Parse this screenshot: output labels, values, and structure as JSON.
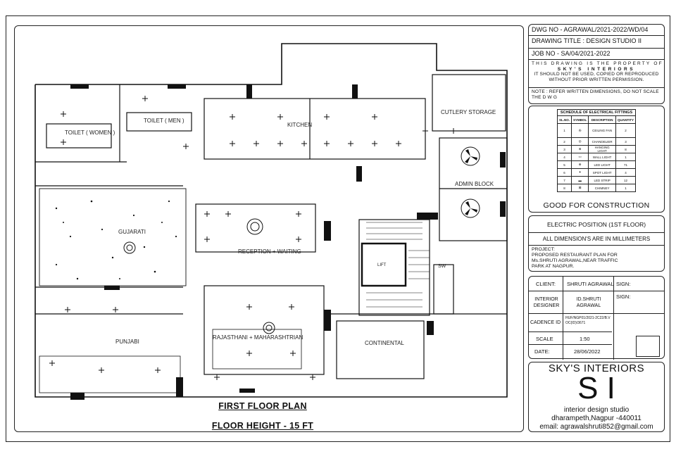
{
  "sheet": {
    "dwg_no": "DWG NO - AGRAWAL/2021-2022/WD/04",
    "drawing_title": "DRAWING TITLE : DESIGN STUDIO II",
    "job_no": "JOB NO - SA/04/2021-2022",
    "property_notice_1": "THIS DRAWING IS THE PROPERTY OF",
    "property_notice_2": "SKY'S INTERIORS",
    "property_notice_3": "IT SHOULD NOT BE USED, COPIED OR REPRODUCED WITHOUT PRIOR WRITTEN PERMISSION.",
    "note": "NOTE : REFER WRITTEN DIMENSIONS, DO NOT SCALE THE D W G"
  },
  "schedule": {
    "title": "SCHEDULE OF ELECTRICAL FITTINGS",
    "headers": [
      "SL.NO.",
      "SYMBOL",
      "DESCRIPTION",
      "QUANTITY"
    ],
    "rows": [
      {
        "no": "1",
        "desc": "CEILING FAN",
        "qty": "2"
      },
      {
        "no": "2",
        "desc": "CHANDELIER",
        "qty": "3"
      },
      {
        "no": "3",
        "desc": "HANGING LIGHT",
        "qty": "8"
      },
      {
        "no": "4",
        "desc": "WALL LIGHT",
        "qty": "1"
      },
      {
        "no": "5",
        "desc": "LED LIGHT",
        "qty": "71"
      },
      {
        "no": "6",
        "desc": "SPOT LIGHT",
        "qty": "4"
      },
      {
        "no": "7",
        "desc": "LED STRIP",
        "qty": "12"
      },
      {
        "no": "8",
        "desc": "CHIMNEY",
        "qty": "1"
      }
    ],
    "stamp": "GOOD FOR CONSTRUCTION"
  },
  "electric_position": "ELECTRIC POSITION (1ST FLOOR)",
  "dimensions_note": "ALL DIMENSION'S ARE IN MILLIMETERS",
  "project": {
    "label": "PROJECT:",
    "text": "PROPOSED RESTAURANT PLAN FOR Ms.SHRUTI AGRAWAL,NEAR TRAFFIC PARK AT NAGPUR."
  },
  "details": {
    "client_label": "CLIENT:",
    "client_value": "SHRUTI AGRAWAL",
    "sign1": "SIGN:",
    "designer_label": "INTERIOR DESIGNER",
    "designer_value": "ID.SHRUTI AGRAWAL",
    "sign2": "SIGN:",
    "cadence_label": "CADENCE ID",
    "cadence_value": "HUF/NGP01/2021-2C22/B.VOC(ID)/3671",
    "scale_label": "SCALE",
    "scale_value": "1:50",
    "date_label": "DATE:",
    "date_value": "28/06/2022"
  },
  "firm": {
    "name": "SKY'S INTERIORS",
    "logo": "S I",
    "tagline": "interior design studio",
    "address": "dharampeth,Nagpur -440011",
    "email": "email: agrawalshruti852@gmail.com"
  },
  "plan": {
    "title": "FIRST FLOOR PLAN",
    "floor_height": "FLOOR HEIGHT - 15 FT",
    "rooms": {
      "toilet_w": "TOILET ( WOMEN )",
      "toilet_m": "TOILET ( MEN )",
      "kitchen": "KITCHEN",
      "cutlery": "CUTLERY STORAGE",
      "admin": "ADMIN BLOCK",
      "gujarat": "GUJARATI",
      "reception": "RECEPTION + WAITING",
      "lift": "LIFT",
      "sw": "SW",
      "rajasthani": "RAJASTHANI + MAHARASHTRIAN",
      "punjabi": "PUNJABI",
      "continental": "CONTINENTAL"
    }
  }
}
